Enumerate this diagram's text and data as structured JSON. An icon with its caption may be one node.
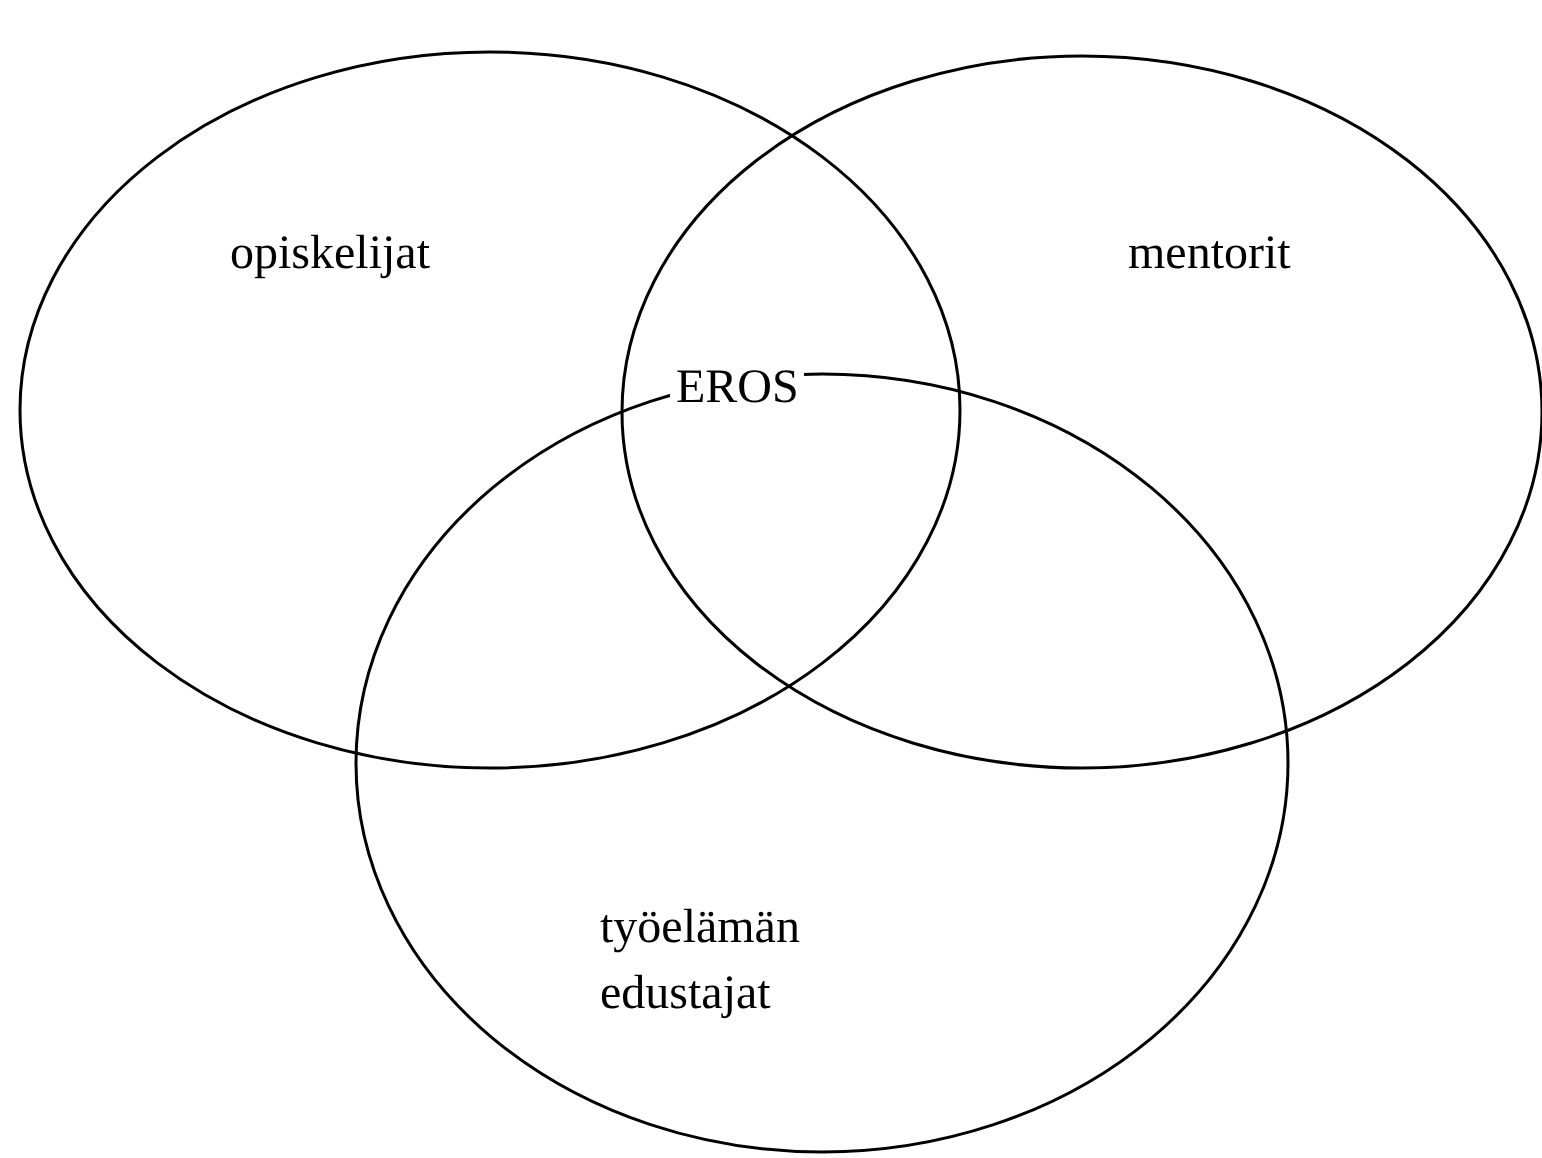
{
  "diagram": {
    "nodes": [
      {
        "text": [
          "opiskelijat"
        ]
      },
      {
        "text": [
          "mentorit"
        ]
      },
      {
        "text": [
          "työelämän edustajat"
        ]
      }
    ],
    "labels": [
      "EROS"
    ]
  }
}
